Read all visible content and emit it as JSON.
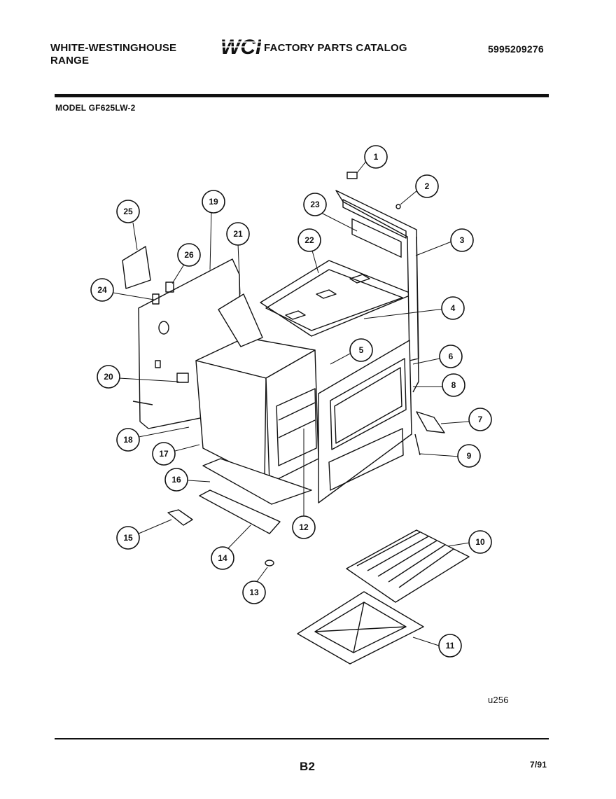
{
  "header": {
    "brand_line1": "WHITE-WESTINGHOUSE",
    "brand_line2": "RANGE",
    "logo_text": "WCI",
    "catalog_title": "FACTORY PARTS CATALOG",
    "catalog_number": "5995209276",
    "model": "MODEL GF625LW-2"
  },
  "callouts": [
    "1",
    "2",
    "3",
    "4",
    "5",
    "6",
    "7",
    "8",
    "9",
    "10",
    "11",
    "12",
    "13",
    "14",
    "15",
    "16",
    "17",
    "18",
    "19",
    "20",
    "21",
    "22",
    "23",
    "24",
    "25",
    "26"
  ],
  "footer": {
    "diagram_ref": "u256",
    "page": "B2",
    "date": "7/91"
  }
}
